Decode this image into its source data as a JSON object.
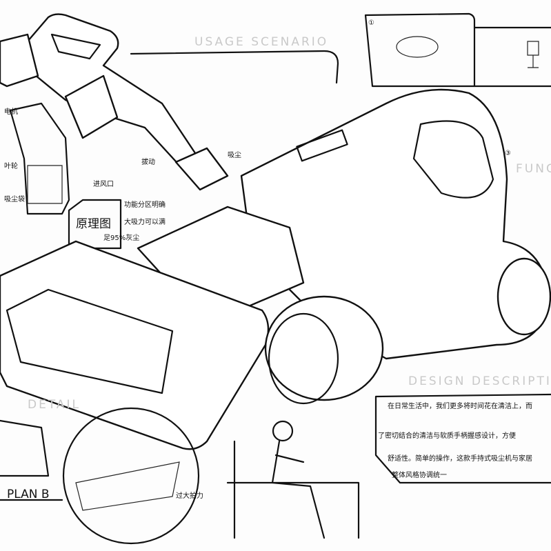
{
  "sketch": {
    "headings": {
      "usage_scenario": "USAGE SCENARIO",
      "function": "FUNCTI",
      "design_description": "DESIGN DESCRIPTION",
      "detail": "DETAIL",
      "plan_b": "PLAN B"
    },
    "principle_panel": {
      "title": "原理图",
      "notes": [
        "功能分区明确",
        "大吸力可以满",
        "足95%灰尘"
      ],
      "labels": [
        "电机",
        "叶轮",
        "吸尘袋",
        "进风口"
      ]
    },
    "callouts": {
      "suction": "吸尘",
      "slide": "拔动",
      "force": "过大拍力",
      "step1": "①",
      "step3": "③"
    },
    "description_lines": [
      "在日常生活中，我们更多将时间花在清洁上，而",
      "了密切结合的清洁与软质手柄握感设计，方便",
      "舒适性。简单的操作，这款手持式吸尘机与家居",
      "整体风格协调统一"
    ]
  }
}
